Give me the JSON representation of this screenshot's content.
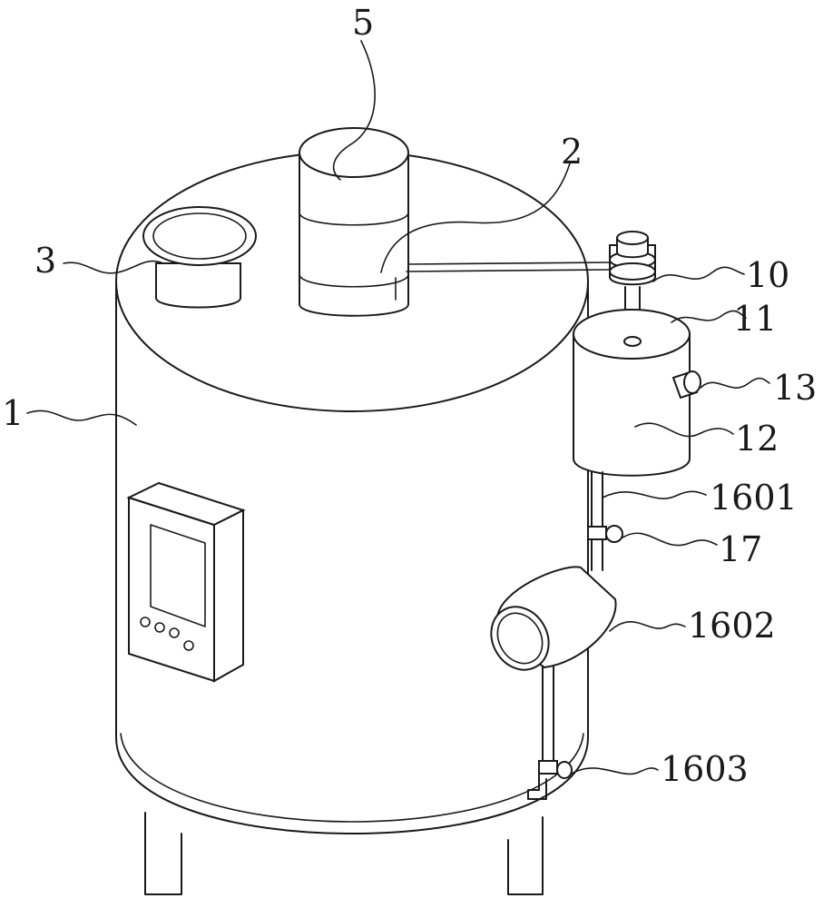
{
  "labels": {
    "l1": "1",
    "l2": "2",
    "l3": "3",
    "l5": "5",
    "l10": "10",
    "l11": "11",
    "l12": "12",
    "l13": "13",
    "l1601": "1601",
    "l17": "17",
    "l1602": "1602",
    "l1603": "1603"
  }
}
